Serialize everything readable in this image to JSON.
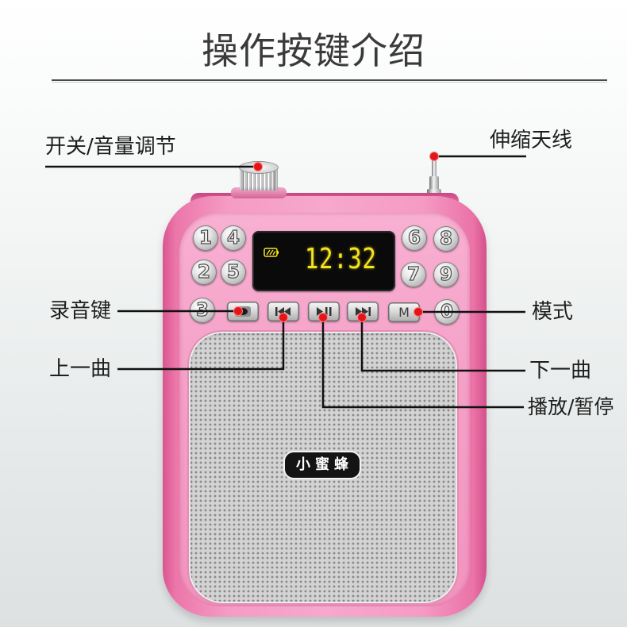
{
  "title": "操作按键介绍",
  "callouts": {
    "power_volume": "开关/音量调节",
    "antenna": "伸缩天线",
    "record": "录音键",
    "mode": "模式",
    "previous": "上一曲",
    "next": "下一曲",
    "play_pause": "播放/暂停"
  },
  "device": {
    "display_time": "12:32",
    "number_keys": [
      "1",
      "4",
      "2",
      "5",
      "6",
      "8",
      "7",
      "9",
      "3",
      "0"
    ],
    "mode_key_label": "M",
    "brand": "小蜜蜂"
  },
  "icons": {
    "battery": "battery-icon",
    "record": "record-icon",
    "previous": "previous-track-icon",
    "play_pause": "play-pause-icon",
    "next": "next-track-icon",
    "callout_marker": "red-dot-marker"
  },
  "colors": {
    "shell": "#f4a0c7",
    "marker": "#e3151a",
    "leader-line": "#111111",
    "lcd-digits": "#f4e31d",
    "lcd-background": "#0a0a0a",
    "title-text": "#3a3a3a"
  }
}
